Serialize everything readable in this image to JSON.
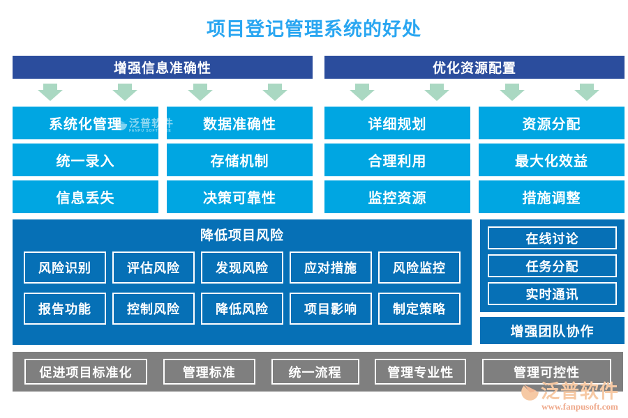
{
  "title": "项目登记管理系统的好处",
  "colors": {
    "title_blue": "#29a6f1",
    "header_navy": "#2b4d9d",
    "box_blue": "#00a6e2",
    "panel_blue": "#0670b6",
    "arrow_green": "#aad8c2",
    "bar_gray": "#7f7f7f",
    "brand_peach": "#f6c9a4",
    "url_salmon": "#efa98b"
  },
  "left_group": {
    "header": "增强信息准确性",
    "boxes": [
      "系统化管理",
      "数据准确性",
      "统一录入",
      "存储机制",
      "信息丢失",
      "决策可靠性"
    ]
  },
  "right_group": {
    "header": "优化资源配置",
    "boxes": [
      "详细规划",
      "资源分配",
      "合理利用",
      "最大化效益",
      "监控资源",
      "措施调整"
    ]
  },
  "risk_panel": {
    "title": "降低项目风险",
    "row1": [
      "风险识别",
      "评估风险",
      "发现风险",
      "应对措施",
      "风险监控"
    ],
    "row2": [
      "报告功能",
      "控制风险",
      "降低风险",
      "项目影响",
      "制定策略"
    ]
  },
  "collab_panel": {
    "items": [
      "在线讨论",
      "任务分配",
      "实时通讯"
    ],
    "footer": "增强团队协作"
  },
  "standard_bar": {
    "items": [
      "促进项目标准化",
      "管理标准",
      "统一流程",
      "管理专业性",
      "管理可控性"
    ]
  },
  "watermark_small": {
    "brand": "泛普软件",
    "sub": "FANPU SOFTWARE"
  },
  "watermark_footer": {
    "brand": "泛普软件",
    "url": "www.fanpusoft.com"
  }
}
